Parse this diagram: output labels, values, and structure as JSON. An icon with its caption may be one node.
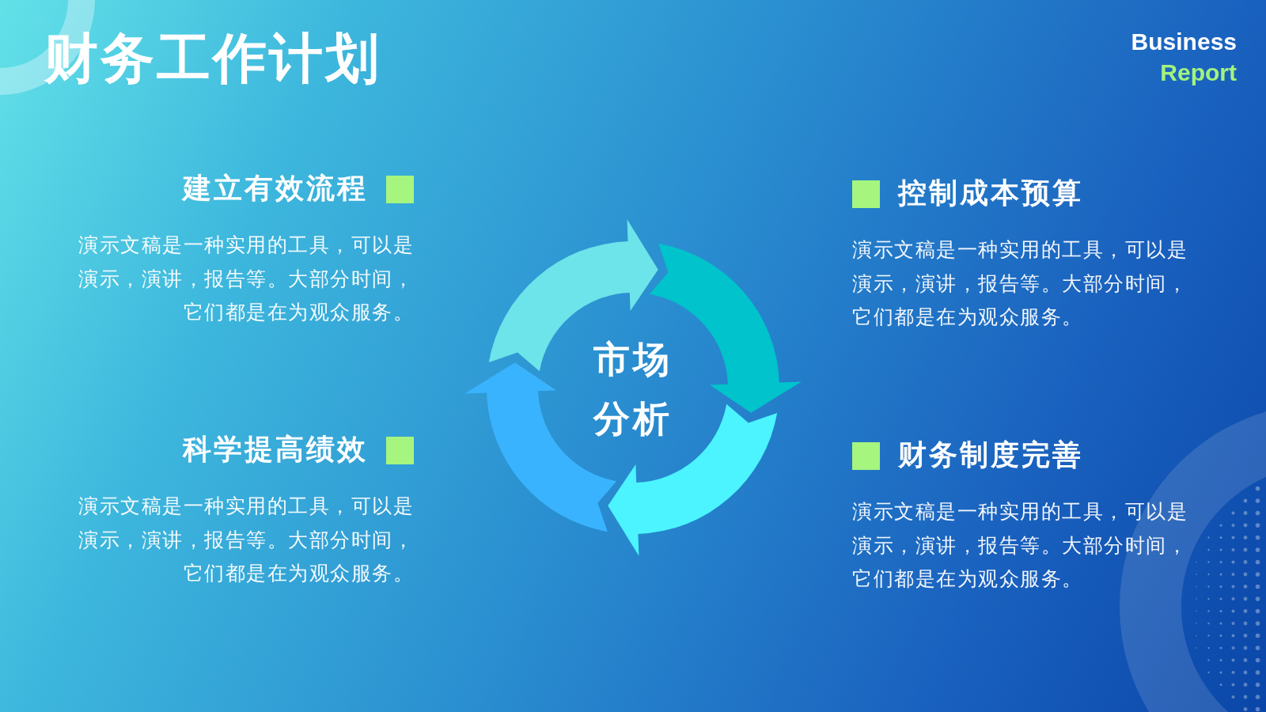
{
  "diagram": {
    "title": "财务工作计划",
    "nodes": [
      {
        "text": [
          "建立有效流程",
          "演示文稿是一种实用的工具，可以是演示，演讲，报告等。大部分时间，它们都是在为观众服务。"
        ]
      },
      {
        "text": [
          "控制成本预算",
          "演示文稿是一种实用的工具，可以是演示，演讲，报告等。大部分时间，它们都是在为观众服务。"
        ]
      },
      {
        "text": [
          "市场分析"
        ]
      },
      {
        "text": [
          "科学提高绩效",
          "演示文稿是一种实用的工具，可以是演示，演讲，报告等。大部分时间，它们都是在为观众服务。"
        ]
      },
      {
        "text": [
          "财务制度完善",
          "演示文稿是一种实用的工具，可以是演示，演讲，报告等。大部分时间，它们都是在为观众服务。"
        ]
      },
      {
        "text": [],
        "shape": "arrow"
      },
      {
        "text": [],
        "shape": "arrow"
      },
      {
        "text": [],
        "shape": "arrow"
      },
      {
        "text": [],
        "shape": "arrow"
      }
    ],
    "edges": [
      {
        "from": 7,
        "to": 6,
        "arrow": "to"
      },
      {
        "from": 5,
        "to": 8,
        "arrow": "to"
      },
      {
        "from": 6,
        "to": 7,
        "arrow": "to"
      },
      {
        "from": 8,
        "to": 5,
        "arrow": "to"
      }
    ],
    "labels": [
      "Business",
      "Report"
    ]
  }
}
